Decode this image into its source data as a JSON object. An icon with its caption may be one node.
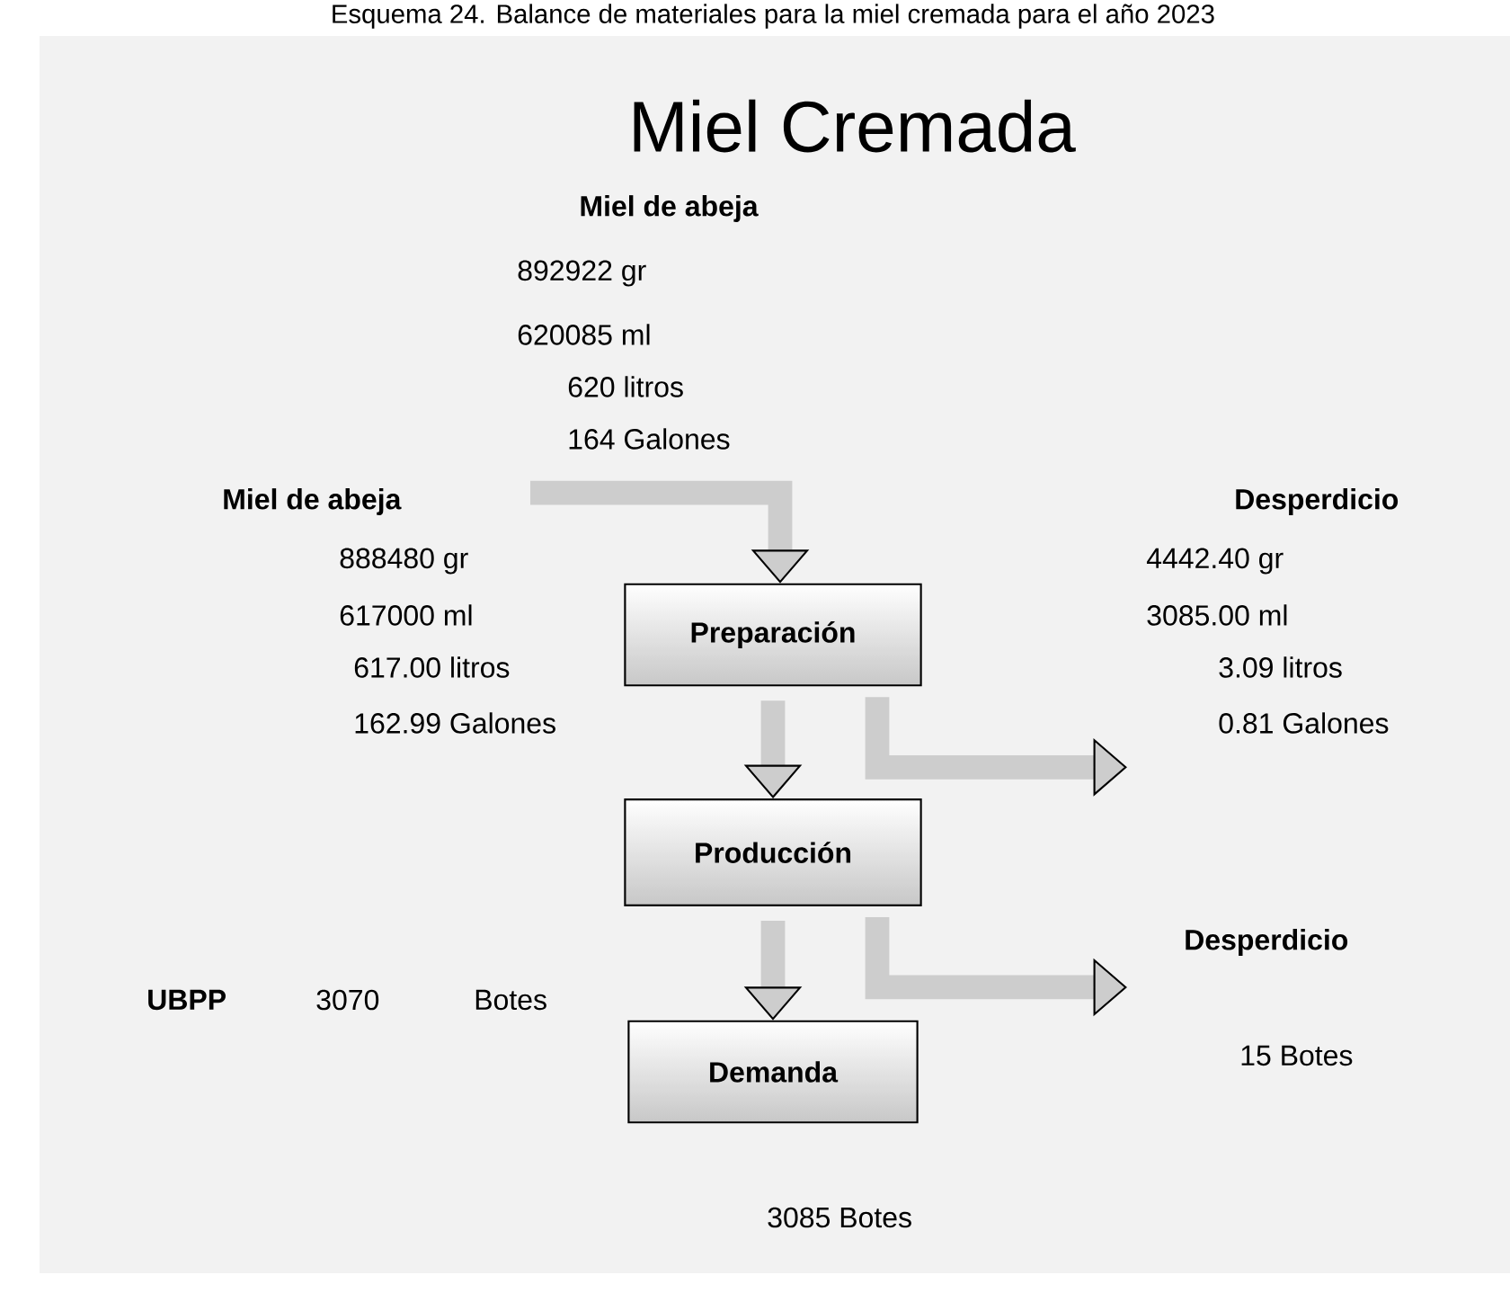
{
  "diagram": {
    "title": "Miel Cremada",
    "caption": "Esquema 24. Balance de materiales para la miel cremada para el año 2023",
    "nodes": [
      {
        "text": [
          "Preparación"
        ]
      },
      {
        "text": [
          "Producción"
        ]
      },
      {
        "text": [
          "Demanda"
        ]
      }
    ],
    "edges": [
      {
        "from": null,
        "to": 0,
        "arrow": "to"
      },
      {
        "from": 0,
        "to": 1,
        "arrow": "to"
      },
      {
        "from": 1,
        "to": 2,
        "arrow": "to"
      },
      {
        "from": 0,
        "to": null,
        "arrow": "to"
      },
      {
        "from": 1,
        "to": null,
        "arrow": "to"
      }
    ],
    "labels": [
      "Miel de abeja",
      "892922 gr",
      "620085 ml",
      "620 litros",
      "164 Galones",
      "Miel de abeja",
      "Desperdicio",
      "888480 gr",
      "4442.40 gr",
      "617000 ml",
      "3085.00 ml",
      "617.00 litros",
      "3.09 litros",
      "162.99 Galones",
      "0.81 Galones",
      "Desperdicio",
      "UBPP",
      "3070",
      "Botes",
      "15 Botes",
      "3085 Botes"
    ]
  }
}
